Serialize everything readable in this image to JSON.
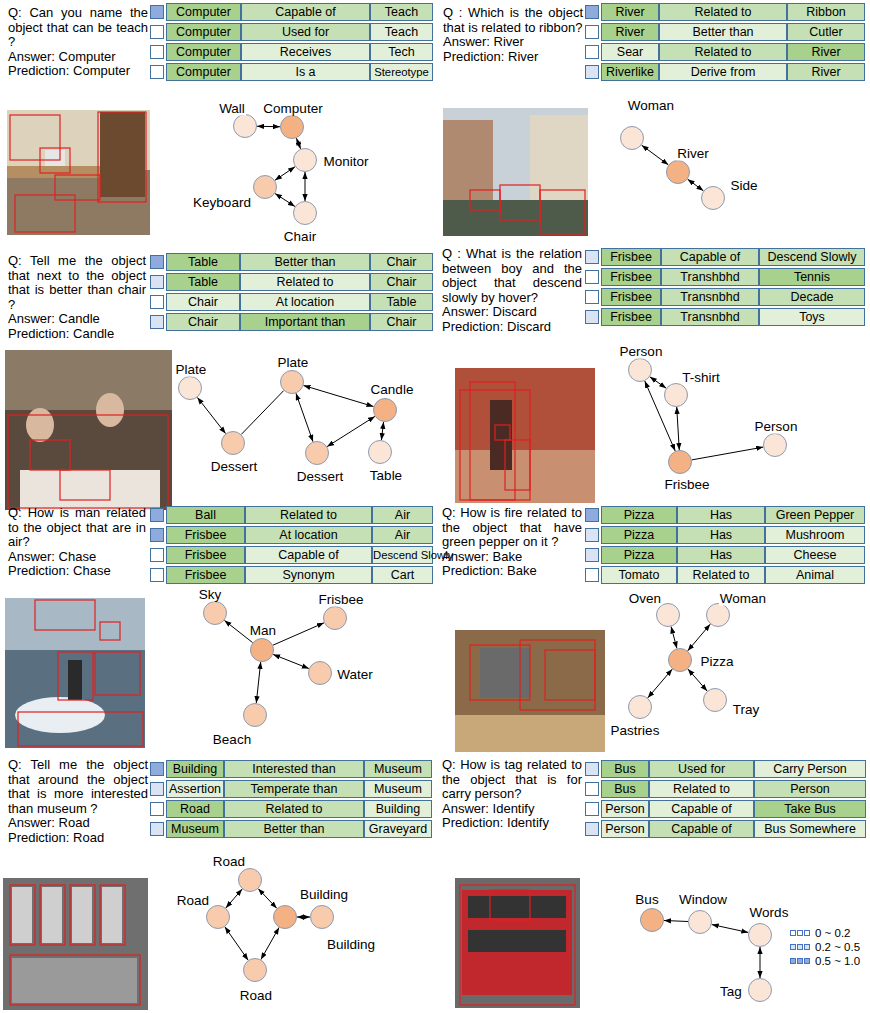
{
  "diagram": {
    "nodes": [
      {
        "text": [
          "Wall"
        ]
      },
      {
        "text": [
          "Computer"
        ]
      },
      {
        "text": [
          "Monitor"
        ]
      },
      {
        "text": [
          "Keyboard"
        ]
      },
      {
        "text": [
          "Chair"
        ]
      },
      {
        "text": [
          "Woman"
        ]
      },
      {
        "text": [
          "River"
        ]
      },
      {
        "text": [
          "Side"
        ]
      },
      {
        "text": [
          "Plate"
        ]
      },
      {
        "text": [
          "Dessert"
        ]
      },
      {
        "text": [
          "Plate"
        ]
      },
      {
        "text": [
          "Candle"
        ]
      },
      {
        "text": [
          "Dessert"
        ]
      },
      {
        "text": [
          "Table"
        ]
      },
      {
        "text": [
          "Person"
        ]
      },
      {
        "text": [
          "T-shirt"
        ]
      },
      {
        "text": [
          "Person"
        ]
      },
      {
        "text": [
          "Frisbee"
        ]
      },
      {
        "text": [
          "Sky"
        ]
      },
      {
        "text": [
          "Man"
        ]
      },
      {
        "text": [
          "Frisbee"
        ]
      },
      {
        "text": [
          "Water"
        ]
      },
      {
        "text": [
          "Beach"
        ]
      },
      {
        "text": [
          "Oven"
        ]
      },
      {
        "text": [
          "Woman"
        ]
      },
      {
        "text": [
          "Pizza"
        ]
      },
      {
        "text": [
          "Pastries"
        ]
      },
      {
        "text": [
          "Tray"
        ]
      },
      {
        "text": [
          "Road"
        ]
      },
      {
        "text": [
          "Road"
        ]
      },
      {
        "text": [
          "Building"
        ]
      },
      {
        "text": [
          "Building"
        ]
      },
      {
        "text": [
          "Road"
        ]
      },
      {
        "text": [
          "Bus"
        ]
      },
      {
        "text": [
          "Window"
        ]
      },
      {
        "text": [
          "Words"
        ]
      },
      {
        "text": [
          "Tag"
        ]
      }
    ],
    "edges": [
      {
        "from": 0,
        "to": 1,
        "arrow": "both"
      },
      {
        "from": 1,
        "to": 2,
        "arrow": "both"
      },
      {
        "from": 2,
        "to": 3,
        "arrow": "both"
      },
      {
        "from": 3,
        "to": 4,
        "arrow": "both"
      },
      {
        "from": 2,
        "to": 4,
        "arrow": "both"
      },
      {
        "from": 5,
        "to": 6,
        "arrow": "both"
      },
      {
        "from": 6,
        "to": 7,
        "arrow": "both"
      },
      {
        "from": 8,
        "to": 9,
        "arrow": "both"
      },
      {
        "from": 9,
        "to": 10,
        "arrow": "none"
      },
      {
        "from": 10,
        "to": 12,
        "arrow": "both"
      },
      {
        "from": 10,
        "to": 11,
        "arrow": "both"
      },
      {
        "from": 11,
        "to": 12,
        "arrow": "both"
      },
      {
        "from": 11,
        "to": 13,
        "arrow": "both"
      },
      {
        "from": 14,
        "to": 15,
        "arrow": "both"
      },
      {
        "from": 14,
        "to": 17,
        "arrow": "both"
      },
      {
        "from": 15,
        "to": 17,
        "arrow": "both"
      },
      {
        "from": 17,
        "to": 16,
        "arrow": "to"
      },
      {
        "from": 19,
        "to": 18,
        "arrow": "to"
      },
      {
        "from": 19,
        "to": 20,
        "arrow": "to"
      },
      {
        "from": 19,
        "to": 21,
        "arrow": "both"
      },
      {
        "from": 19,
        "to": 22,
        "arrow": "both"
      },
      {
        "from": 25,
        "to": 23,
        "arrow": "both"
      },
      {
        "from": 25,
        "to": 24,
        "arrow": "both"
      },
      {
        "from": 25,
        "to": 26,
        "arrow": "both"
      },
      {
        "from": 25,
        "to": 27,
        "arrow": "both"
      },
      {
        "from": 28,
        "to": 29,
        "arrow": "both"
      },
      {
        "from": 28,
        "to": 30,
        "arrow": "both"
      },
      {
        "from": 29,
        "to": 32,
        "arrow": "both"
      },
      {
        "from": 30,
        "to": 32,
        "arrow": "both"
      },
      {
        "from": 30,
        "to": 31,
        "arrow": "both"
      },
      {
        "from": 34,
        "to": 33,
        "arrow": "to"
      },
      {
        "from": 34,
        "to": 35,
        "arrow": "both"
      },
      {
        "from": 35,
        "to": 36,
        "arrow": "both"
      }
    ],
    "labels": [
      "Q: Can you name the object that can be teach ?",
      "Answer: Computer",
      "Prediction: Computer",
      "Computer",
      "Capable of",
      "Teach",
      "Computer",
      "Used for",
      "Teach",
      "Computer",
      "Receives",
      "Tech",
      "Computer",
      "Is a",
      "Stereotype",
      "Q : Which is the object that is related to ribbon?",
      "Answer: River",
      "Prediction: River",
      "River",
      "Related to",
      "Ribbon",
      "River",
      "Better than",
      "Cutler",
      "Sear",
      "Related to",
      "River",
      "Riverlike",
      "Derive from",
      "River",
      "Q: Tell me the object that next to the object that is better than chair ?",
      "Answer: Candle",
      "Prediction: Candle",
      "Table",
      "Better than",
      "Chair",
      "Table",
      "Related to",
      "Chair",
      "Chair",
      "At location",
      "Table",
      "Chair",
      "Important than",
      "Chair",
      "Q : What is the relation between boy and the object that descend slowly by hover?",
      "Answer: Discard",
      "Prediction: Discard",
      "Frisbee",
      "Capable of",
      "Descend Slowly",
      "Frisbee",
      "Transhbhd",
      "Tennis",
      "Frisbee",
      "Transnbhd",
      "Decade",
      "Frisbee",
      "Transnbhd",
      "Toys",
      "Q: How is man related to the object that are in air?",
      "Answer: Chase",
      "Prediction: Chase",
      "Ball",
      "Related to",
      "Air",
      "Frisbee",
      "At location",
      "Air",
      "Frisbee",
      "Capable of",
      "Descend Slowly",
      "Frisbee",
      "Synonym",
      "Cart",
      "Q: How is fire related to the object that have green pepper on it ?",
      "Answer: Bake",
      "Prediction: Bake",
      "Pizza",
      "Has",
      "Green Pepper",
      "Pizza",
      "Has",
      "Mushroom",
      "Pizza",
      "Has",
      "Cheese",
      "Tomato",
      "Related to",
      "Animal",
      "Q: Tell me the object that around the object that is more interested than museum ?",
      "Answer: Road",
      "Prediction: Road",
      "Building",
      "Interested than",
      "Museum",
      "Assertion",
      "Temperate than",
      "Museum",
      "Road",
      "Related to",
      "Building",
      "Museum",
      "Better than",
      "Graveyard",
      "Q: How is tag related to the object that is for carry person?",
      "Answer: Identify",
      "Prediction: Identify",
      "Bus",
      "Used for",
      "Carry Person",
      "Bus",
      "Related to",
      "Person",
      "Person",
      "Capable of",
      "Take Bus",
      "Person",
      "Capable of",
      "Bus Somewhere"
    ],
    "legend": [
      {
        "text": "0 ~ 0.2",
        "color": "#ffffff"
      },
      {
        "text": "0.2 ~ 0.5",
        "color": "#dae3f3"
      },
      {
        "text": "0.5 ~ 1.0",
        "color": "#8faadc"
      }
    ]
  }
}
